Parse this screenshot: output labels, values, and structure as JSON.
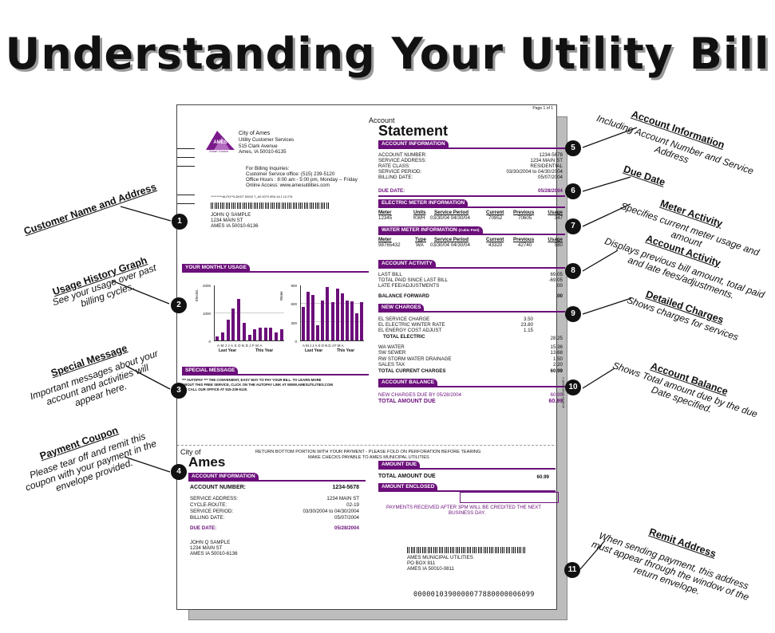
{
  "title": "Understanding Your Utility Bill",
  "bill": {
    "page_label": "Page 1 of 1",
    "logo_text": "AMES",
    "logo_sub": "Smart Choice",
    "sender": [
      "City of Ames",
      "Utility Customer Services",
      "515 Clark Avenue",
      "Ames, IA  50010-6135"
    ],
    "inquiries": [
      "For Billing Inquiries:",
      "Customer Service office: (515) 239-5120",
      "Office Hours : 8:00 am - 5:00 pm, Monday -- Friday",
      "Online Access: www.amesutilities.com"
    ],
    "auto_line": "**********AUTO**5-DIGIT 50010  T_A0 0070 0RA 1A 1 10 276",
    "customer": [
      "JOHN Q SAMPLE",
      "1234 MAIN ST",
      "AMES IA  50010-6136"
    ],
    "statement_small": "Account",
    "statement_big": "Statement",
    "account_info_header": "ACCOUNT INFORMATION",
    "account_info": [
      {
        "label": "ACCOUNT NUMBER:",
        "value": "1234-5678"
      },
      {
        "label": "SERVICE ADDRESS:",
        "value": "1234 MAIN ST"
      },
      {
        "label": "RATE CLASS:",
        "value": "RESIDENTIAL"
      },
      {
        "label": "SERVICE PERIOD:",
        "value": "03/30/2004 to 04/30/2004"
      },
      {
        "label": "BILLING DATE:",
        "value": "05/07/2004"
      }
    ],
    "due_label": "DUE DATE:",
    "due_value": "05/28/2004",
    "electric_header": "ELECTRIC METER INFORMATION",
    "electric_cols": [
      "Meter",
      "Units",
      "Service Period",
      "Current",
      "Previous",
      "Usage"
    ],
    "electric_row": [
      "12345",
      "KWH",
      "03/30/04 04/30/04",
      "70952",
      "70605",
      "347"
    ],
    "water_header": "WATER METER INFORMATION",
    "water_header_note": "(Cubic Feet)",
    "water_cols": [
      "Meter",
      "Type",
      "Service Period",
      "Current",
      "Previous",
      "Usage"
    ],
    "water_row": [
      "98765432",
      "WA",
      "03/30/04 04/30/04",
      "43320",
      "42740",
      "580"
    ],
    "activity_header": "ACCOUNT ACTIVITY",
    "activity": [
      {
        "label": "LAST BILL",
        "value": "69.05"
      },
      {
        "label": "TOTAL PAID SINCE LAST BILL",
        "value": "-69.05"
      },
      {
        "label": "LATE FEE/ADJUSTMENTS",
        "value": ".00"
      }
    ],
    "balance_forward_label": "BALANCE FORWARD",
    "balance_forward_value": ".00",
    "charges_header": "NEW CHARGES",
    "charges_electric": [
      {
        "label": "EL SERVICE CHARGE",
        "value": "3.50"
      },
      {
        "label": "EL ELECTRIC WINTER RATE",
        "value": "23.80"
      },
      {
        "label": "EL ENERGY COST ADJUST",
        "value": "1.15"
      }
    ],
    "total_electric_label": "TOTAL ELECTRIC",
    "total_electric_value": "28.25",
    "charges_other": [
      {
        "label": "WA WATER",
        "value": "15.36"
      },
      {
        "label": "SW SEWER",
        "value": "13.68"
      },
      {
        "label": "RW STORM WATER DRAINAGE",
        "value": "1.50"
      },
      {
        "label": "SALES TAX",
        "value": "2.20"
      }
    ],
    "total_current_label": "TOTAL CURRENT CHARGES",
    "total_current_value": "60.99",
    "balance_header": "ACCOUNT BALANCE",
    "new_charges_due_label": "NEW CHARGES DUE BY 05/28/2004",
    "new_charges_due_value": "60.99",
    "total_due_label": "TOTAL AMOUNT DUE",
    "total_due_value": "60.99",
    "usage_header": "YOUR MONTHLY USAGE",
    "special_header": "SPECIAL MESSAGE",
    "special_text": [
      "*** AUTOPAY *** THE CONVENIENT, EASY WAY TO PAY YOUR BILL.  TO LEARN MORE",
      "ABOUT THIS FREE SERVICE, CLICK ON THE AUTOPAY LINK AT WWW.AMESUTILITIES.COM",
      "OR CALL OUR OFFICE AT 515-239-5120."
    ],
    "side_code": "ACWOO-12345 PAGE 1",
    "coupon_city_small": "City of",
    "coupon_city_big": "Ames",
    "return_text": [
      "RETURN BOTTOM PORTION WITH YOUR PAYMENT - PLEASE FOLD ON PERFORATION BEFORE TEARING",
      "MAKE CHECKS PAYABLE TO AMES MUNICIPAL UTILITIES"
    ],
    "coupon_account_header": "ACCOUNT INFORMATION",
    "coupon_account_number_label": "ACCOUNT NUMBER:",
    "coupon_account_number_value": "1234-5678",
    "coupon_info": [
      {
        "label": "SERVICE ADDRESS:",
        "value": "1234 MAIN ST"
      },
      {
        "label": "CYCLE-ROUTE:",
        "value": "02-19"
      },
      {
        "label": "SERVICE PERIOD:",
        "value": "03/30/2004 to 04/30/2004"
      },
      {
        "label": "BILLING DATE:",
        "value": "05/07/2004"
      }
    ],
    "coupon_due_label": "DUE DATE:",
    "coupon_due_value": "05/28/2004",
    "coupon_customer": [
      "JOHN Q SAMPLE",
      "1234 MAIN ST",
      "AMES IA  50010-6136"
    ],
    "amount_due_header": "AMOUNT DUE",
    "coupon_total_label": "TOTAL AMOUNT DUE",
    "coupon_total_value": "60.99",
    "amount_enclosed_header": "AMOUNT ENCLOSED",
    "payment_note": [
      "PAYMENTS RECEIVED AFTER 3PM WILL BE CREDITED THE NEXT",
      "BUSINESS DAY."
    ],
    "remit": [
      "AMES MUNICIPAL UTILITIES",
      "PO BOX 811",
      "AMES IA  50010-0811"
    ],
    "ocr_line": "0000010390000077880000006099"
  },
  "annotations": [
    {
      "num": "1",
      "title": "Customer Name and Address",
      "desc": ""
    },
    {
      "num": "2",
      "title": "Usage History Graph",
      "desc": "See your usage over past\nbilling cycles."
    },
    {
      "num": "3",
      "title": "Special Message",
      "desc": "Important messages about your\naccount and activities will\nappear here."
    },
    {
      "num": "4",
      "title": "Payment Coupon",
      "desc": "Please tear off and remit this\ncoupon with your payment in the\nenvelope provided."
    },
    {
      "num": "5",
      "title": "Account Information",
      "desc": "Including Account Number and Service\nAddress"
    },
    {
      "num": "6",
      "title": "Due Date",
      "desc": ""
    },
    {
      "num": "7",
      "title": "Meter Activity",
      "desc": "Specifies current meter usage and\namount"
    },
    {
      "num": "8",
      "title": "Account Activity",
      "desc": "Displays previous bill amount, total paid\nand late fees/adjustments."
    },
    {
      "num": "9",
      "title": "Detailed Charges",
      "desc": "Shows charges for services"
    },
    {
      "num": "10",
      "title": "Account Balance",
      "desc": "Shows Total amount due by the due\nDate specified."
    },
    {
      "num": "11",
      "title": "Remit Address",
      "desc": "When sending payment, this address\nmust appear through the window of the\nreturn envelope."
    }
  ],
  "chart_data": [
    {
      "type": "bar",
      "ylabel": "Electric",
      "ylim": [
        0,
        2000
      ],
      "yticks": [
        "2000",
        "1000",
        "0"
      ],
      "categories": [
        "A",
        "M",
        "J",
        "J",
        "A",
        "S",
        "O",
        "N",
        "D",
        "J",
        "F",
        "M",
        "A"
      ],
      "values": [
        150,
        300,
        750,
        1150,
        1500,
        650,
        200,
        400,
        450,
        450,
        450,
        300,
        400
      ],
      "xgroups": [
        "Last Year",
        "This Year"
      ]
    },
    {
      "type": "bar",
      "ylabel": "Water",
      "ylim": [
        0,
        900
      ],
      "yticks": [
        "900",
        "600",
        "300",
        "0"
      ],
      "categories": [
        "A",
        "M",
        "J",
        "J",
        "A",
        "S",
        "O",
        "N",
        "D",
        "J",
        "F",
        "M",
        "A"
      ],
      "values": [
        550,
        800,
        750,
        250,
        650,
        880,
        620,
        850,
        770,
        650,
        640,
        450,
        620
      ],
      "xgroups": [
        "Last Year",
        "This Year"
      ]
    }
  ]
}
